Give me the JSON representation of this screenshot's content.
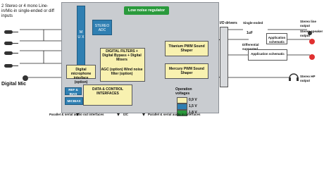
{
  "inputs": {
    "label": "2 Stereo or 4 mono Line-in/Mic-in single-ended or diff inputs",
    "digital_mic": "Digital Mic"
  },
  "chip": {
    "regulator": "Low noise regulator",
    "mux": "M U X",
    "stereo_adc": "STEREO ADC",
    "digital_filters": "DIGITAL FILTERS + Digital Bypass + Digital Mixers",
    "agc": "AGC (option) Wind noise filter (option)",
    "dmic_interface": "Digital microphone interface (option)",
    "ref_bias": "REF & BIAS",
    "micbias": "MICBIAS",
    "data_control": "DATA & CONTROL INTERFACES",
    "titanium": "Titanium PWM Sound Shaper",
    "mercury": "Mercury PWM Sound Shaper"
  },
  "legend": {
    "title": "Operation voltages",
    "items": [
      {
        "label": "0,9 V",
        "color": "#f8f1b0"
      },
      {
        "label": "1,5 V",
        "color": "#2f7fb2"
      },
      {
        "label": "1,8 V",
        "color": "#2a9a3c"
      }
    ]
  },
  "outputs": {
    "io_drivers": "I/O drivers",
    "single_ended": "Single-ended",
    "cap": "1uF",
    "differential": "Differential supported",
    "app1": "Application schematic",
    "app2": "Application schematic",
    "out1": "Stereo line output",
    "out2": "Stereo speaker output",
    "out3": "Stereo HP output"
  },
  "bottom": {
    "left": "Parallel & serial audio out interfaces",
    "mid": "I2C",
    "right": "Parallel & serial audio in interfaces"
  },
  "colors": {
    "chip": "#c9ccd0",
    "yellow": "#f8f1b0",
    "blue": "#2f7fb2",
    "green": "#2a9a3c"
  }
}
